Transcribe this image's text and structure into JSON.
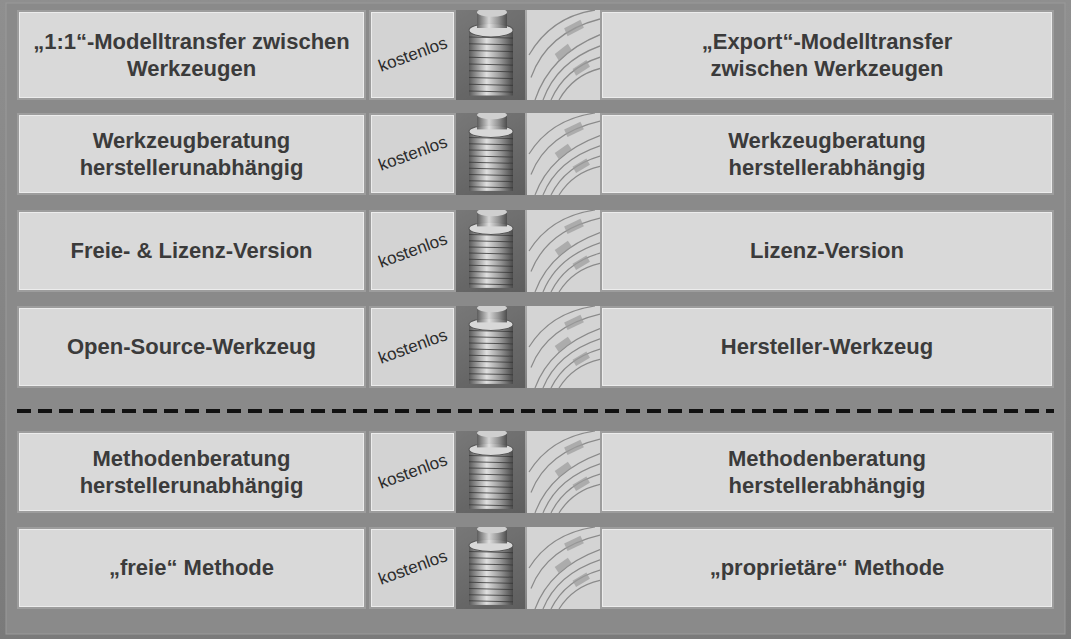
{
  "diagram": {
    "nodes": [
      {
        "text": [
          "„1:1“-Modelltransfer zwischen Werkzeugen"
        ]
      },
      {
        "text": [
          "kostenlos"
        ]
      },
      {
        "text": [
          "„Export“-Modelltransfer zwischen Werkzeugen"
        ]
      },
      {
        "text": [
          "Werkzeugberatung herstellerunabhängig"
        ]
      },
      {
        "text": [
          "kostenlos"
        ]
      },
      {
        "text": [
          "Werkzeugberatung herstellerabhängig"
        ]
      },
      {
        "text": [
          "Freie- & Lizenz-Version"
        ]
      },
      {
        "text": [
          "kostenlos"
        ]
      },
      {
        "text": [
          "Lizenz-Version"
        ]
      },
      {
        "text": [
          "Open-Source-Werkzeug"
        ]
      },
      {
        "text": [
          "kostenlos"
        ]
      },
      {
        "text": [
          "Hersteller-Werkzeug"
        ]
      },
      {
        "text": [
          "Methodenberatung herstellerunabhängig"
        ]
      },
      {
        "text": [
          "kostenlos"
        ]
      },
      {
        "text": [
          "Methodenberatung herstellerabhängig"
        ]
      },
      {
        "text": [
          "„freie“ Methode"
        ]
      },
      {
        "text": [
          "kostenlos"
        ]
      },
      {
        "text": [
          "„proprietäre“ Methode"
        ]
      }
    ]
  }
}
